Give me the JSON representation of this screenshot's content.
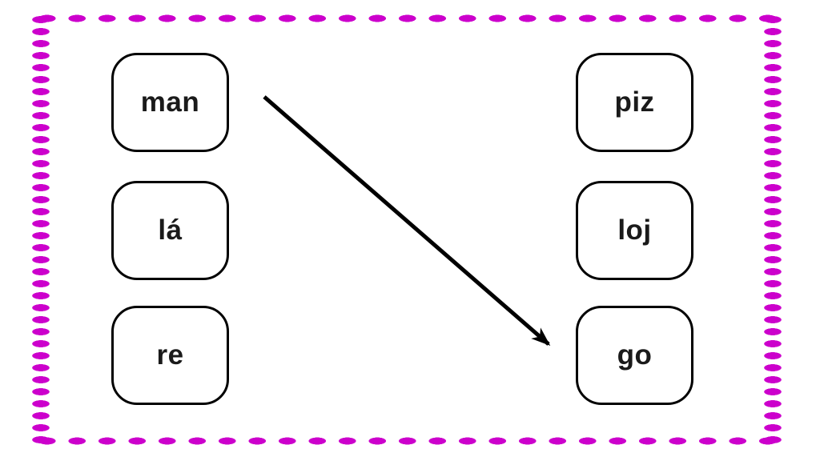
{
  "exercise": {
    "kind": "syllable-matching",
    "left_column": {
      "items": [
        {
          "id": "man",
          "label": "man"
        },
        {
          "id": "la",
          "label": "lá"
        },
        {
          "id": "re",
          "label": "re"
        }
      ]
    },
    "right_column": {
      "items": [
        {
          "id": "piz",
          "label": "piz"
        },
        {
          "id": "loj",
          "label": "loj"
        },
        {
          "id": "go",
          "label": "go"
        }
      ]
    },
    "connections": [
      {
        "from": "man",
        "to": "go"
      }
    ]
  },
  "colors": {
    "border_dots": "#CC00CC",
    "card_border": "#000000",
    "card_text": "#1A1A1A",
    "arrow": "#000000",
    "background": "#FFFFFF"
  }
}
